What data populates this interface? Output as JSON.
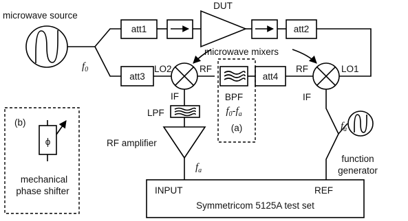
{
  "source": {
    "label": "microwave source",
    "freq_main": "f",
    "freq_sub": "0"
  },
  "top_chain": {
    "att1": "att1",
    "dut": "DUT",
    "att2": "att2"
  },
  "bottom_chain": {
    "att3": "att3",
    "att4": "att4"
  },
  "mixers": {
    "caption": "microwave mixers",
    "left": {
      "lo": "LO2",
      "rf": "RF",
      "if": "IF"
    },
    "right": {
      "rf": "RF",
      "lo": "LO1",
      "if": "IF"
    }
  },
  "bpf": {
    "label": "BPF",
    "f_main": "f",
    "f_sub": "0",
    "minus": "-",
    "fa_main": "f",
    "fa_sub": "a",
    "panel": "(a)"
  },
  "lpf": {
    "label": "LPF"
  },
  "amplifier": {
    "label": "RF amplifier",
    "freq_main": "f",
    "freq_sub": "a"
  },
  "function_gen": {
    "line1": "function",
    "line2": "generator",
    "freq_main": "f",
    "freq_sub": "a"
  },
  "test_set": {
    "input": "INPUT",
    "ref": "REF",
    "name": "Symmetricom 5125A test set"
  },
  "inset": {
    "panel": "(b)",
    "symbol": "ϕ",
    "line1": "mechanical",
    "line2": "phase shifter"
  }
}
